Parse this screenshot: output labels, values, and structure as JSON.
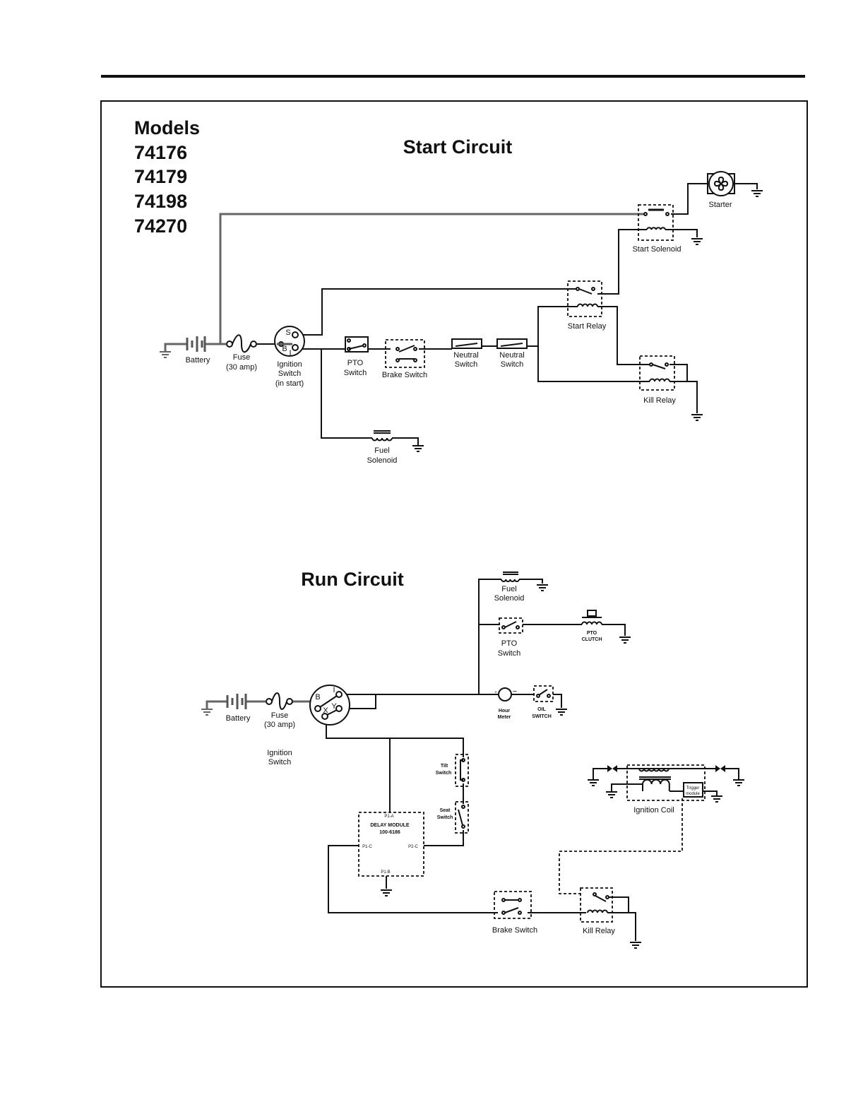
{
  "models": {
    "heading": "Models",
    "numbers": [
      "74176",
      "74179",
      "74198",
      "74270"
    ]
  },
  "start_circuit": {
    "title": "Start Circuit",
    "starter": "Starter",
    "start_solenoid": "Start Solenoid",
    "start_relay": "Start Relay",
    "kill_relay": "Kill Relay",
    "battery": "Battery",
    "fuse": [
      "Fuse",
      "(30 amp)"
    ],
    "ignition_switch": [
      "Ignition",
      "Switch",
      "(in start)"
    ],
    "ignition_terminals": {
      "s": "S",
      "b": "B",
      "i": "I"
    },
    "pto_switch": [
      "PTO",
      "Switch"
    ],
    "brake_switch": "Brake Switch",
    "neutral_switch_1": [
      "Neutral",
      "Switch"
    ],
    "neutral_switch_2": [
      "Neutral",
      "Switch"
    ],
    "fuel_solenoid": [
      "Fuel",
      "Solenoid"
    ]
  },
  "run_circuit": {
    "title": "Run Circuit",
    "fuel_solenoid": [
      "Fuel",
      "Solenoid"
    ],
    "pto_switch": [
      "PTO",
      "Switch"
    ],
    "pto_clutch": [
      "PTO",
      "CLUTCH"
    ],
    "hour_meter": [
      "Hour",
      "Meter"
    ],
    "hour_meter_polarity": {
      "plus": "+",
      "minus": "−"
    },
    "oil_switch": [
      "OIL",
      "SWITCH"
    ],
    "battery": "Battery",
    "fuse": [
      "Fuse",
      "(30 amp)"
    ],
    "ignition_switch": [
      "Ignition",
      "Switch"
    ],
    "ignition_terminals": {
      "b": "B",
      "i": "I",
      "x": "X",
      "y": "Y"
    },
    "tilt_switch": [
      "Tilt",
      "Switch"
    ],
    "seat_switch": [
      "Seat",
      "Switch"
    ],
    "delay_module": {
      "name": "DELAY MODULE",
      "part": "100-6186",
      "p1a": "P1-A",
      "p1b": "P1-B",
      "p1c": "P1-C",
      "p2c": "P2-C"
    },
    "ignition_coil": "Ignition Coil",
    "trigger_module": [
      "Trigger",
      "module"
    ],
    "brake_switch": "Brake Switch",
    "kill_relay": "Kill Relay"
  }
}
